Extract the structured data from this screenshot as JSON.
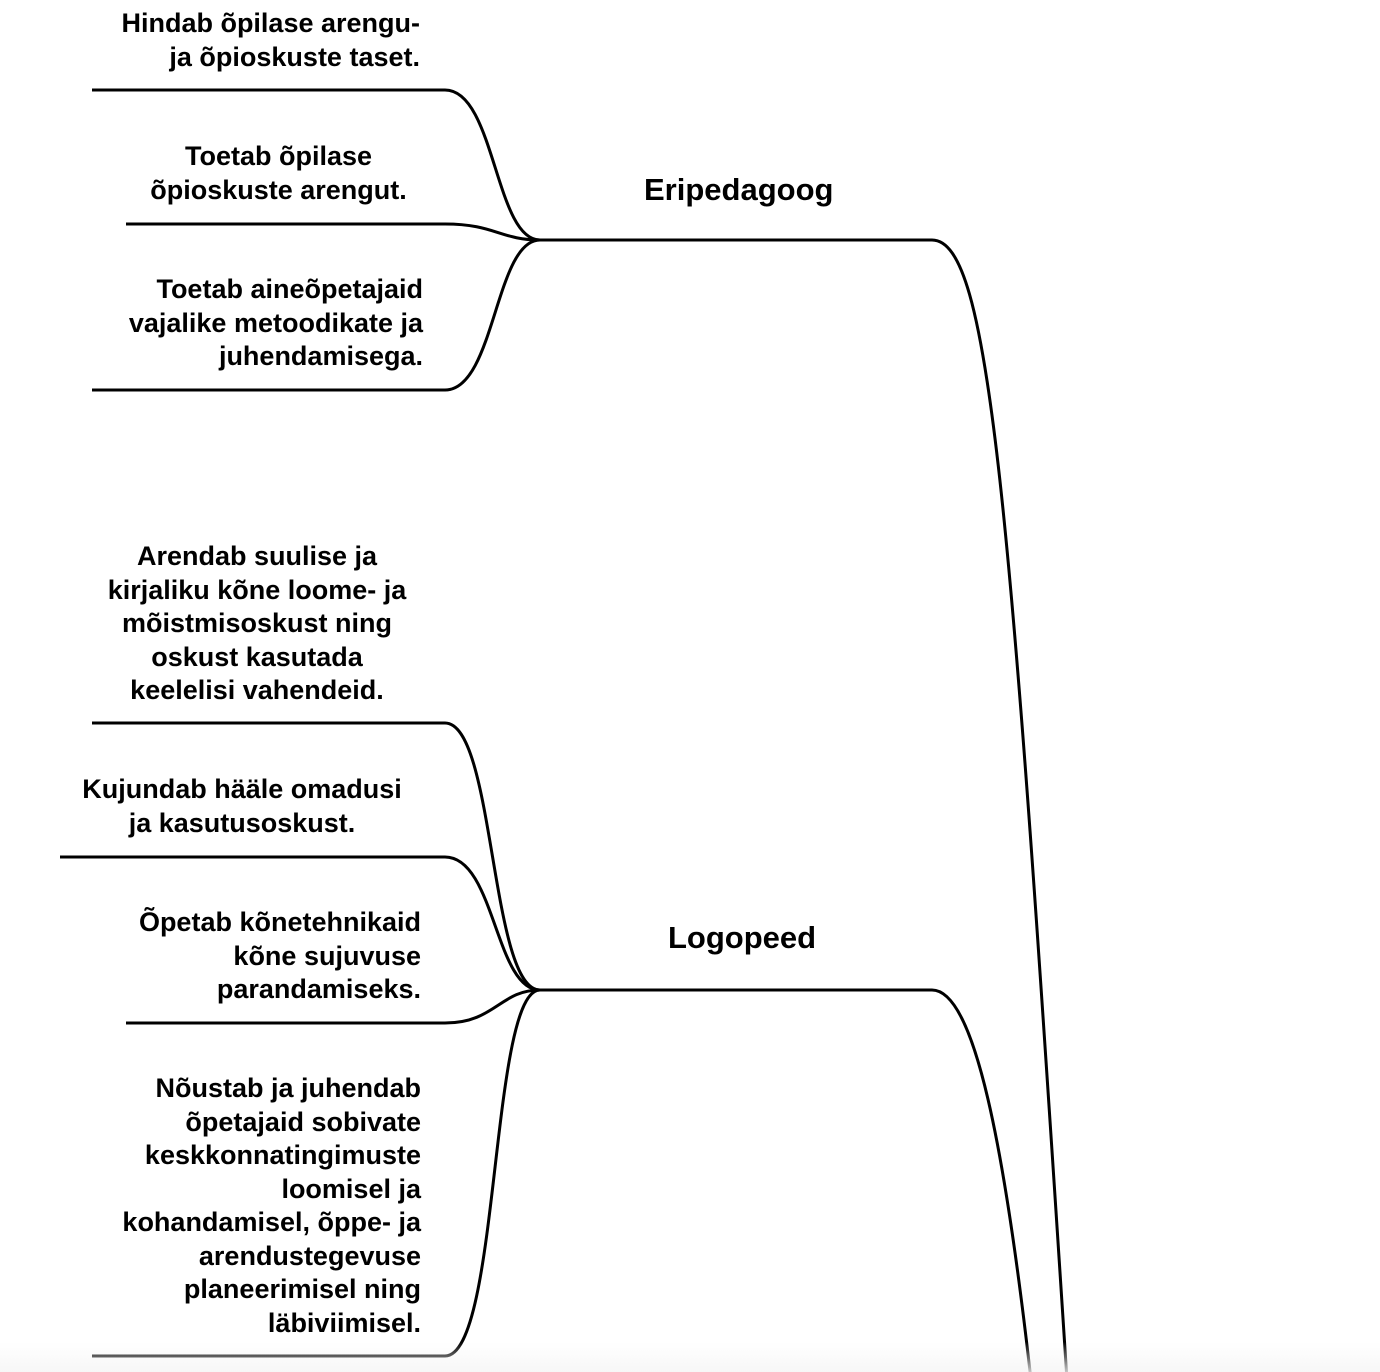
{
  "branches": [
    {
      "title": "Eripedagoog",
      "items": [
        "Hindab õpilase arengu-\nja õpioskuste taset.",
        "Toetab õpilase\nõpioskuste arengut.",
        "Toetab aineõpetajaid\nvajalike metoodikate ja\njuhendamisega."
      ]
    },
    {
      "title": "Logopeed",
      "items": [
        "Arendab suulise ja\nkirjaliku kõne loome- ja\nmõistmisoskust ning\noskust kasutada\nkeelelisi vahendeid.",
        "Kujundab hääle omadusi\nja kasutusoskust.",
        "Õpetab kõnetehnikaid\nkõne sujuvuse\nparandamiseks.",
        "Nõustab ja juhendab\nõpetajaid sobivate\nkeskkonnatingimuste\nloomisel ja\nkohandamisel, õppe- ja\narendustegevuse\nplaneerimisel ning\nläbiviimisel."
      ]
    }
  ]
}
